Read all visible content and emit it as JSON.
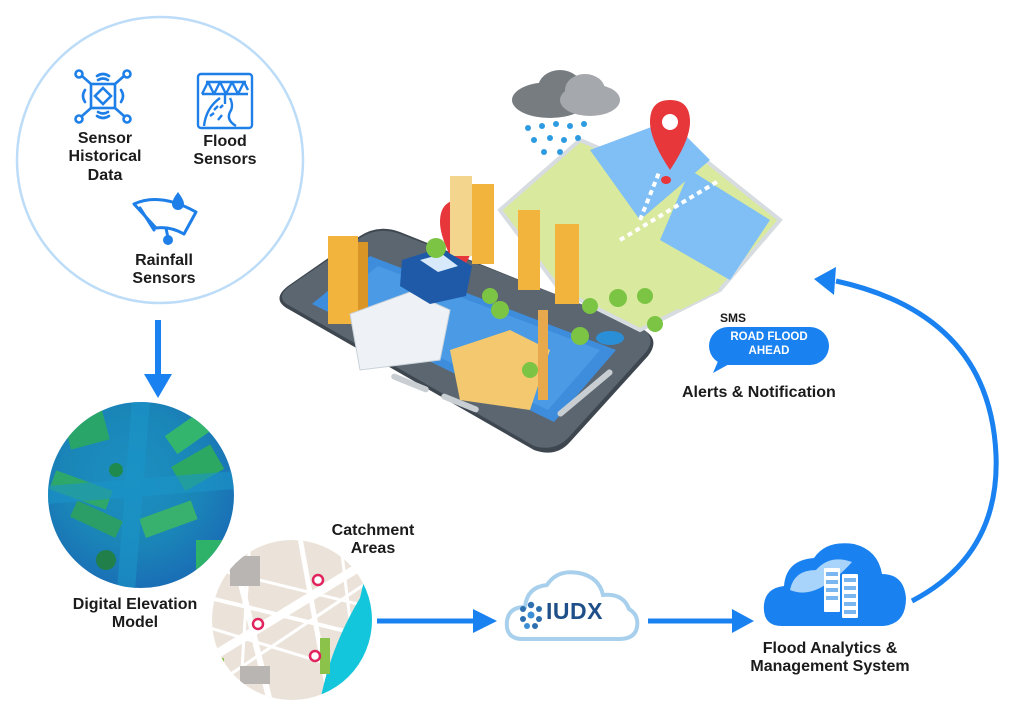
{
  "diagram": {
    "title": "Flood monitoring data flow",
    "colors": {
      "accent": "#1a82f0",
      "ring": "#bcdcf8",
      "icon_blue": "#1e7fe8",
      "iudx_cloud_outline": "#a8d0ec",
      "iudx_text": "#1f4f88",
      "flood_cloud": "#1a82f0",
      "flood_cloud_light": "#a8d3fa",
      "sms_bubble": "#1a82f0",
      "pin_red": "#e8373a",
      "dem_green": "#29b36a",
      "dem_blue": "#1f7fc4",
      "water_cyan": "#12c8dc",
      "phone_body": "#4b5560"
    },
    "sources_circle": {
      "items": [
        {
          "icon": "sensor-icon",
          "lines": [
            "Sensor",
            "Historical",
            "Data"
          ]
        },
        {
          "icon": "bridge-river-icon",
          "lines": [
            "Flood",
            "Sensors"
          ]
        },
        {
          "icon": "rain-gauge-icon",
          "lines": [
            "Rainfall",
            "Sensors"
          ]
        }
      ]
    },
    "dem": {
      "icon": "elevation-map-image",
      "lines": [
        "Digital Elevation",
        "Model"
      ]
    },
    "catchment": {
      "icon": "city-map-image",
      "lines": [
        "Catchment",
        "Areas"
      ]
    },
    "iudx": {
      "icon": "iudx-cloud-logo",
      "label": "IUDX"
    },
    "flood_system": {
      "icon": "server-cloud-icon",
      "lines": [
        "Flood Analytics &",
        "Management System"
      ]
    },
    "alerts": {
      "icon": "smartphone-city-map-illustration",
      "sms_label": "SMS",
      "sms_message_lines": [
        "ROAD FLOOD",
        "AHEAD"
      ],
      "caption": "Alerts & Notification"
    },
    "flow": [
      "sources -> dem",
      "catchment -> iudx",
      "iudx -> flood_system",
      "flood_system -> alerts"
    ]
  }
}
